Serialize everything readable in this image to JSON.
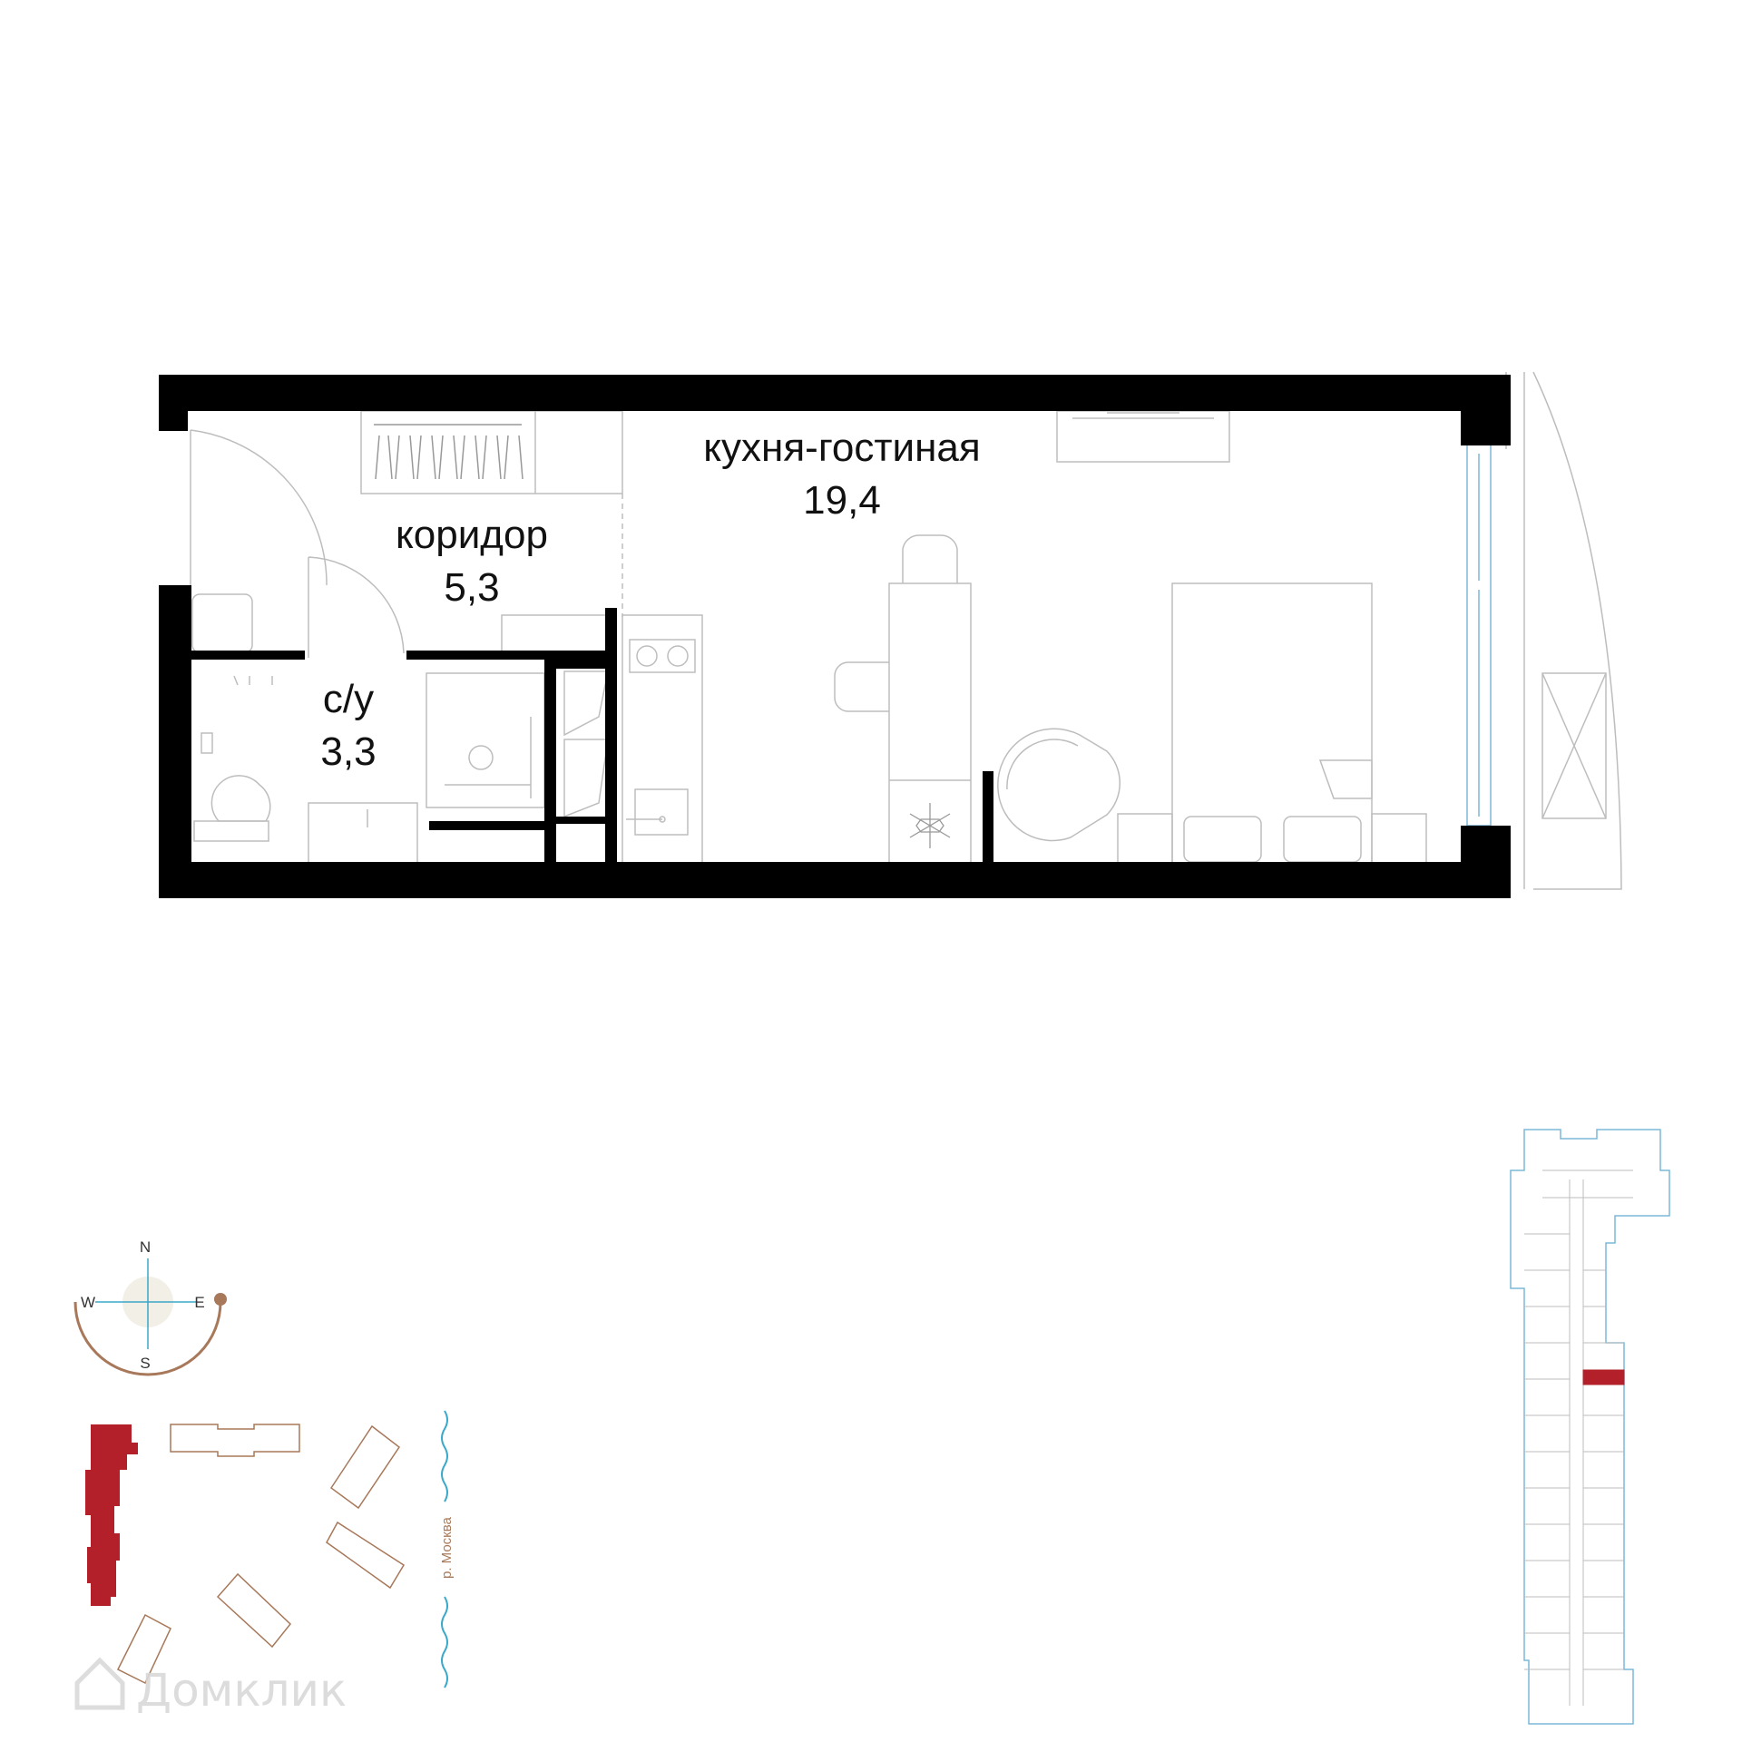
{
  "rooms": {
    "living": {
      "name": "кухня-гостиная",
      "area": "19,4"
    },
    "corridor": {
      "name": "коридор",
      "area": "5,3"
    },
    "bathroom": {
      "name": "с/у",
      "area": "3,3"
    }
  },
  "compass": {
    "north": "N",
    "south": "S",
    "east": "E",
    "west": "W"
  },
  "site_plan": {
    "river": "р. Москва"
  },
  "watermark": {
    "text": "Домклик"
  },
  "colors": {
    "wall": "#000000",
    "highlight": "#b3202a",
    "compass_arc": "#a8785a",
    "water": "#3ba7c9",
    "line": "#bdbdbd"
  },
  "icons": [
    "snowflake-icon",
    "compass-icon",
    "watermark-logo-icon"
  ]
}
